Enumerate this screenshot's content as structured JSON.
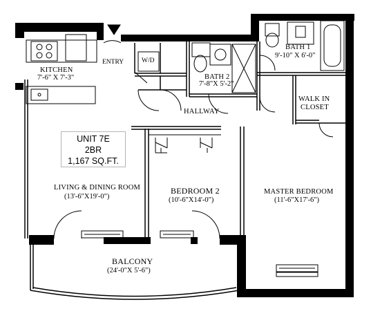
{
  "unit": {
    "name": "UNIT 7E",
    "type": "2BR",
    "area": "1,167 SQ.FT."
  },
  "rooms": {
    "kitchen": {
      "name": "KITCHEN",
      "dims": "7'-6\" X 7'-3\""
    },
    "entry": {
      "name": "ENTRY"
    },
    "wd": {
      "name": "W/D"
    },
    "bath2": {
      "name": "BATH 2",
      "dims": "7'-8\"X 5'-2\""
    },
    "bath1": {
      "name": "BATH 1",
      "dims": "9'-10\" X 6'-0\""
    },
    "walkin": {
      "line1": "WALK IN",
      "line2": "CLOSET"
    },
    "hallway": {
      "name": "HALLWAY"
    },
    "living": {
      "name": "LIVING & DINING ROOM",
      "dims": "(13'-6\"X19'-0\")"
    },
    "bedroom2": {
      "name": "BEDROOM 2",
      "dims": "(10'-6\"X14'-0\")"
    },
    "master": {
      "name": "MASTER BEDROOM",
      "dims": "(11'-6\"X17'-6\")"
    },
    "balcony": {
      "name": "BALCONY",
      "dims": "(24'-0\"X 5'-6\")"
    }
  }
}
